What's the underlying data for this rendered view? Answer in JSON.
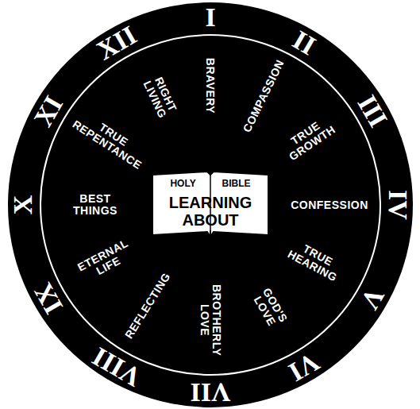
{
  "diagram": {
    "nodes": [
      {
        "text": [
          "HOLY",
          "BIBLE",
          "LEARNING ABOUT"
        ]
      }
    ],
    "labels": [
      "I",
      "II",
      "III",
      "IV",
      "V",
      "VI",
      "VII",
      "VIII",
      "IX",
      "X",
      "XI",
      "XII",
      "BRAVERY",
      "COMPASSION",
      "TRUE GROWTH",
      "CONFESSION",
      "TRUE HEARING",
      "GOD'S LOVE",
      "BROTHERLY LOVE",
      "REFLECTING",
      "ETERNAL LIFE",
      "BEST THINGS",
      "TRUE REPENTANCE",
      "RIGHT LIVING"
    ]
  }
}
